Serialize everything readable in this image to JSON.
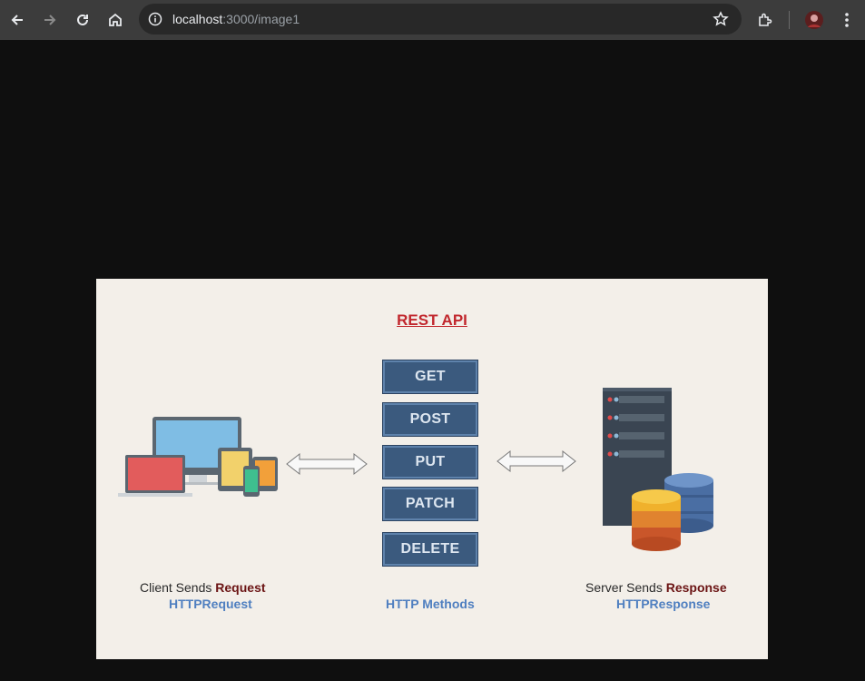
{
  "browser": {
    "url_host": "localhost",
    "url_rest": ":3000/image1",
    "icons": [
      "back-icon",
      "forward-icon",
      "reload-icon",
      "home-icon",
      "site-info-icon",
      "bookmark-star-icon",
      "extensions-icon",
      "profile-avatar",
      "more-menu-icon"
    ]
  },
  "diagram": {
    "title": "REST API",
    "methods": [
      "GET",
      "POST",
      "PUT",
      "PATCH",
      "DELETE"
    ],
    "client_caption_prefix": "Client Sends ",
    "client_caption_bold": "Request",
    "client_sub": "HTTPRequest",
    "methods_caption": "HTTP Methods",
    "server_caption_prefix": "Server Sends ",
    "server_caption_bold": "Response",
    "server_sub": "HTTPResponse"
  },
  "colors": {
    "title": "#c1272d",
    "method_fill": "#3b5a7e",
    "subcaption": "#4f7fc0",
    "bold_caption": "#6b1414"
  }
}
